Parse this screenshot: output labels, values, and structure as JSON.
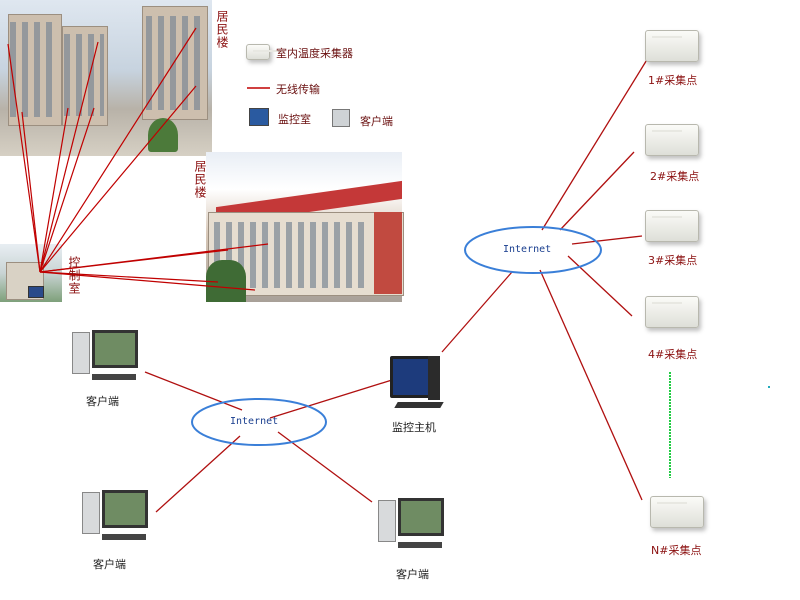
{
  "legend": {
    "collector": "室内温度采集器",
    "wireless": "无线传输",
    "monitor_room": "监控室",
    "client": "客户端"
  },
  "buildings": {
    "residential_top": "居民楼",
    "residential_mid": "居民楼",
    "control_room": "控制室"
  },
  "networks": {
    "right_internet": "Internet",
    "left_internet": "Internet"
  },
  "collection_points": [
    {
      "label": "1#采集点"
    },
    {
      "label": "2#采集点"
    },
    {
      "label": "3#采集点"
    },
    {
      "label": "4#采集点"
    },
    {
      "label": "N#采集点"
    }
  ],
  "host": {
    "label": "监控主机"
  },
  "clients": [
    {
      "label": "客户端"
    },
    {
      "label": "客户端"
    },
    {
      "label": "客户端"
    }
  ],
  "colors": {
    "wireless_line": "#c00000",
    "link_line": "#b01010",
    "internet_ellipse": "#3a7fd8",
    "dotted_link": "#22cc44",
    "label_red": "#8b1010"
  }
}
